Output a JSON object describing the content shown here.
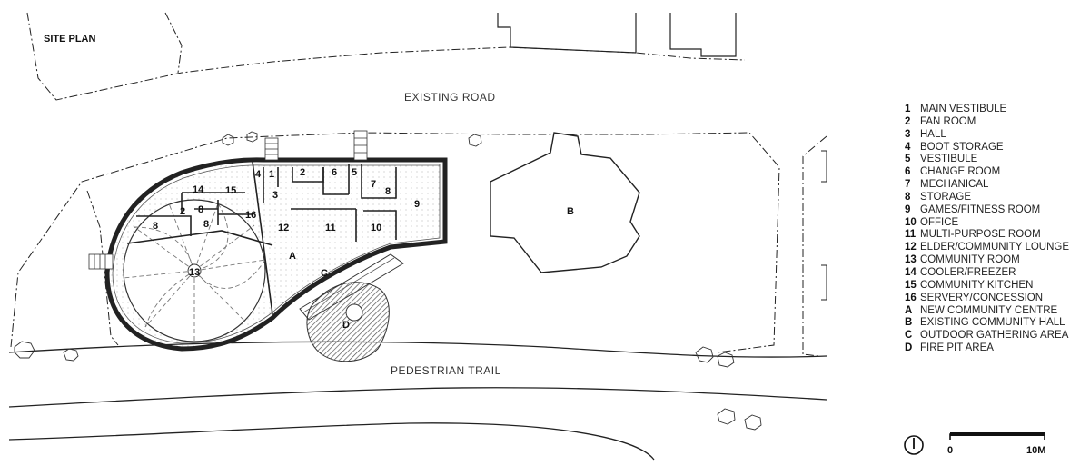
{
  "title": "SITE PLAN",
  "labels": {
    "road": "EXISTING ROAD",
    "trail": "PEDESTRIAN TRAIL"
  },
  "site_markers": {
    "a": "A",
    "b": "B",
    "c": "C",
    "d": "D"
  },
  "rooms": {
    "r1": "1",
    "r2": "2",
    "r3": "3",
    "r4": "4",
    "r5": "5",
    "r6": "6",
    "r7": "7",
    "r8": "8",
    "r9": "9",
    "r10": "10",
    "r11": "11",
    "r12": "12",
    "r13": "13",
    "r14": "14",
    "r15": "15",
    "r16": "16"
  },
  "legend": [
    {
      "key": "1",
      "text": "MAIN VESTIBULE"
    },
    {
      "key": "2",
      "text": "FAN ROOM"
    },
    {
      "key": "3",
      "text": "HALL"
    },
    {
      "key": "4",
      "text": "BOOT STORAGE"
    },
    {
      "key": "5",
      "text": "VESTIBULE"
    },
    {
      "key": "6",
      "text": "CHANGE ROOM"
    },
    {
      "key": "7",
      "text": "MECHANICAL"
    },
    {
      "key": "8",
      "text": "STORAGE"
    },
    {
      "key": "9",
      "text": "GAMES/FITNESS ROOM"
    },
    {
      "key": "10",
      "text": "OFFICE"
    },
    {
      "key": "11",
      "text": "MULTI-PURPOSE ROOM"
    },
    {
      "key": "12",
      "text": "ELDER/COMMUNITY LOUNGE"
    },
    {
      "key": "13",
      "text": "COMMUNITY ROOM"
    },
    {
      "key": "14",
      "text": "COOLER/FREEZER"
    },
    {
      "key": "15",
      "text": "COMMUNITY KITCHEN"
    },
    {
      "key": "16",
      "text": "SERVERY/CONCESSION"
    },
    {
      "key": "A",
      "text": "NEW COMMUNITY CENTRE"
    },
    {
      "key": "B",
      "text": "EXISTING COMMUNITY HALL"
    },
    {
      "key": "C",
      "text": "OUTDOOR GATHERING AREA"
    },
    {
      "key": "D",
      "text": "FIRE PIT AREA"
    }
  ],
  "scale": {
    "start": "0",
    "end": "10M"
  }
}
